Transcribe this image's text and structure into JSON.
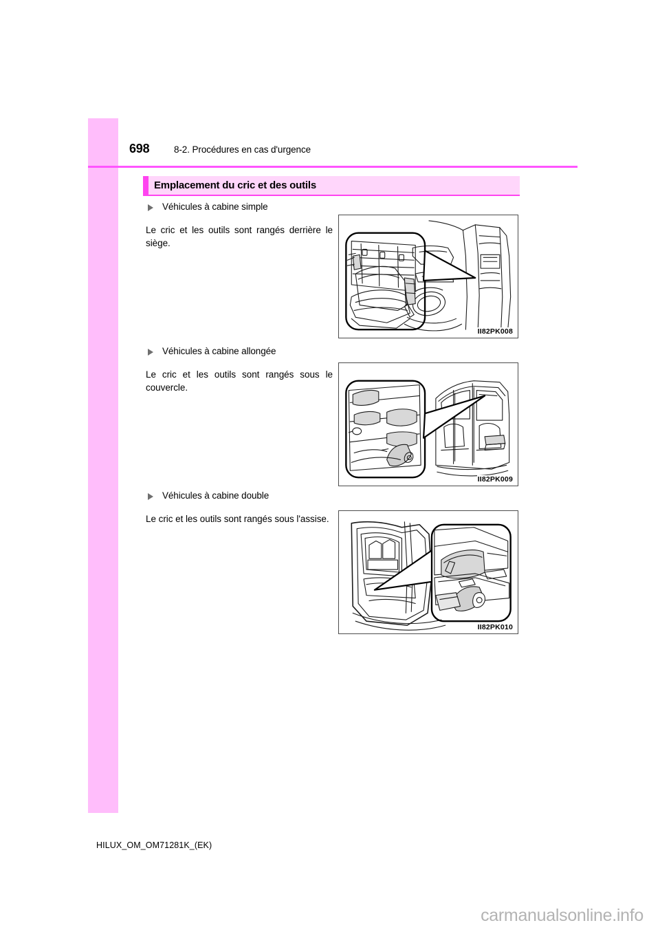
{
  "page": {
    "number": "698",
    "header_title": "8-2. Procédures en cas d'urgence",
    "footer_code": "HILUX_OM_OM71281K_(EK)",
    "watermark": "carmanualsonline.info"
  },
  "colors": {
    "accent_bar": "#ff55ff",
    "side_tab": "#ffbdfb",
    "section_bar_fill": "#ffd6fb",
    "section_bar_marker": "#ff44f0",
    "text": "#000000",
    "watermark": "#b3b3b3",
    "figure_border": "#4c4c4c"
  },
  "section": {
    "title": "Emplacement du cric et des outils"
  },
  "blocks": [
    {
      "heading": "Véhicules à cabine simple",
      "body": "Le cric et les outils sont rangés derrière le siège.",
      "figure_caption": "II82PK008"
    },
    {
      "heading": "Véhicules à cabine allongée",
      "body": "Le cric et les outils sont rangés sous le couvercle.",
      "figure_caption": "II82PK009"
    },
    {
      "heading": "Véhicules à cabine double",
      "body": "Le cric et les outils sont rangés sous l'assise.",
      "figure_caption": "II82PK010"
    }
  ]
}
